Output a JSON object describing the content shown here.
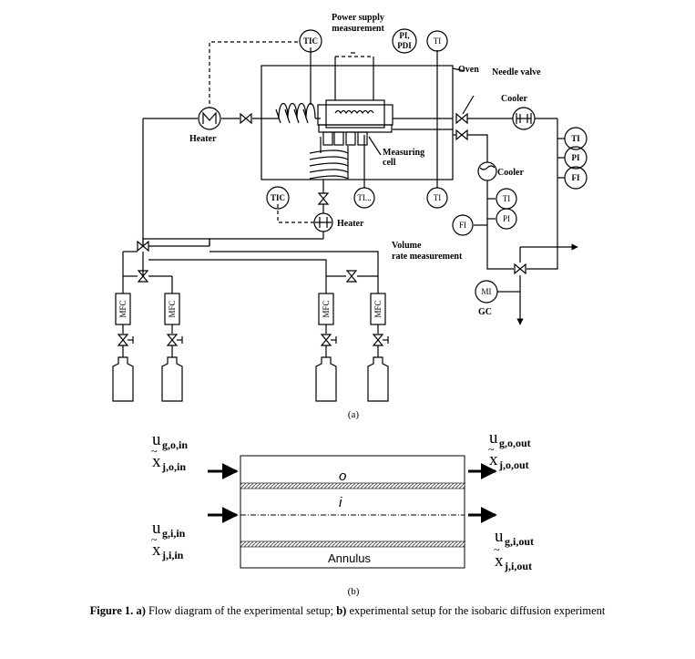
{
  "diagram_a": {
    "labels": {
      "power_supply": [
        "Power supply",
        "measurement"
      ],
      "oven": "Oven",
      "needle_valve": "Needle valve",
      "cooler_top": "Cooler",
      "cooler_mid": "Cooler",
      "heater_left": "Heater",
      "heater_bottom": "Heater",
      "measuring_cell": [
        "Measuring",
        "cell"
      ],
      "volume_rate": [
        "Volume",
        "rate measurement"
      ],
      "gc": "GC",
      "panel_tag": "(a)"
    },
    "instruments": {
      "tic_top": "TIC",
      "pi_pdi": [
        "PI,",
        "PDI"
      ],
      "ti_top": "TI",
      "ti_r1": "TI",
      "pi_r": "PI",
      "fi_r": "FI",
      "tic_bottom": "TIC",
      "ti_cell": "TI...",
      "ti_oven": "TI",
      "ti_mid": "TI",
      "pi_mid": "PI",
      "fi_mid": "FI",
      "mi": "MI"
    },
    "mfc_label": "MFC"
  },
  "diagram_b": {
    "in_top": {
      "u": "u",
      "u_sub": "g,o,in",
      "x": "x",
      "x_sub": "j,o,in"
    },
    "in_bot": {
      "u": "u",
      "u_sub": "g,i,in",
      "x": "x",
      "x_sub": "j,i,in"
    },
    "out_top": {
      "u": "u",
      "u_sub": "g,o,out",
      "x": "x",
      "x_sub": "j,o,out"
    },
    "out_bot": {
      "u": "u",
      "u_sub": "g,i,out",
      "x": "x",
      "x_sub": "j,i,out"
    },
    "channel_o": "o",
    "channel_i": "i",
    "annulus": "Annulus",
    "panel_tag": "(b)"
  },
  "caption": {
    "figure": "Figure 1.",
    "a_tag": "a)",
    "a_text": " Flow diagram of the experimental setup; ",
    "b_tag": "b)",
    "b_text": " experimental setup for the isobaric diffusion experiment"
  }
}
